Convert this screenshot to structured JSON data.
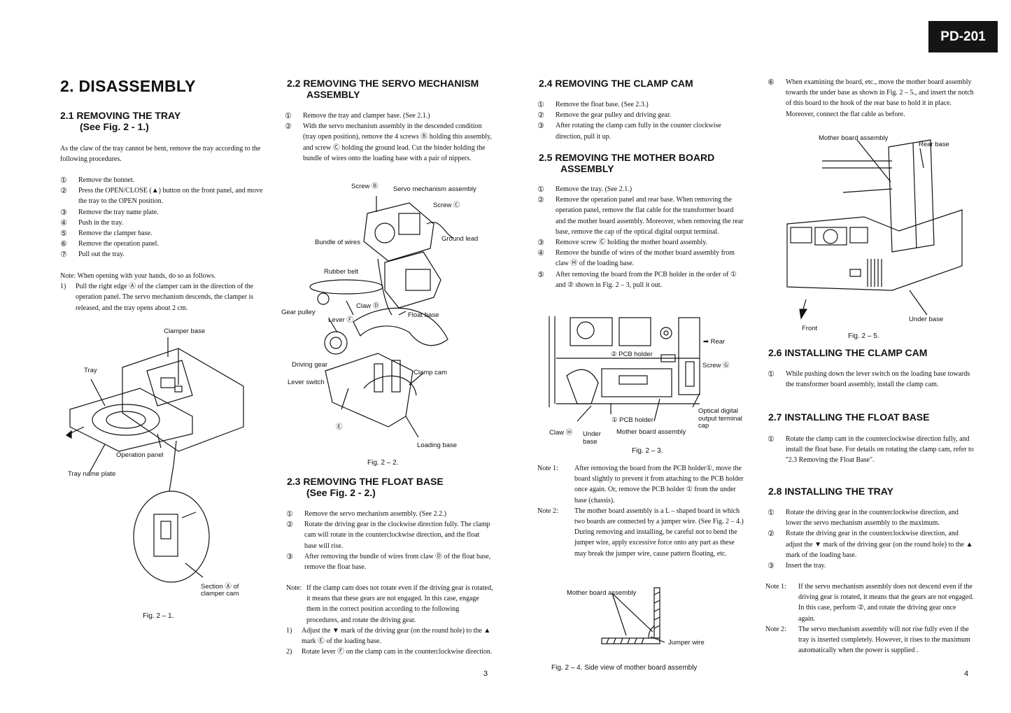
{
  "badge": "PD-201",
  "title": "2.  DISASSEMBLY",
  "s21": {
    "heading": "2.1  REMOVING THE TRAY",
    "heading2": "(See Fig. 2 - 1.)",
    "intro": "As the claw of the tray cannot be bent, remove the tray according to the following procedures.",
    "steps": [
      {
        "n": "①",
        "t": "Remove the bonnet."
      },
      {
        "n": "②",
        "t": "Press the OPEN/CLOSE (▲) button on the front panel, and move the tray to the OPEN position."
      },
      {
        "n": "③",
        "t": "Remove the tray name plate."
      },
      {
        "n": "④",
        "t": "Push in the tray."
      },
      {
        "n": "⑤",
        "t": "Remove the clamper base."
      },
      {
        "n": "⑥",
        "t": "Remove the operation panel."
      },
      {
        "n": "⑦",
        "t": "Pull out the tray."
      }
    ],
    "note": "Note: When opening with your hands, do so as follows.",
    "note_item_n": "1)",
    "note_item": "Pull the right edge Ⓐ of the clamper cam in the direction of the operation panel. The servo mechanism descends, the clamper is released, and the tray opens about 2 cm.",
    "fig": "Fig. 2 – 1.",
    "labels": {
      "clamper_base": "Clamper base",
      "tray": "Tray",
      "operation_panel": "Operation panel",
      "tray_name_plate": "Tray name plate",
      "section_a": "Section Ⓐ of",
      "clamper_cam": "clamper cam"
    }
  },
  "s22": {
    "heading": "2.2  REMOVING THE SERVO MECHANISM",
    "heading2": "ASSEMBLY",
    "steps": [
      {
        "n": "①",
        "t": "Remove the tray and clamper base. (See 2.1.)"
      },
      {
        "n": "②",
        "t": "With the servo mechanism assembly in the descended condition (tray open position), remove the 4 screws Ⓑ holding this assembly, and screw Ⓒ holding the ground lead. Cut the binder holding the bundle of wires onto the loading base with a pair of nippers."
      }
    ],
    "fig": "Fig. 2 – 2.",
    "labels": {
      "screw_b": "Screw Ⓑ",
      "servo": "Servo mechanism assembly",
      "screw_c": "Screw Ⓒ",
      "bundle": "Bundle of wires",
      "ground": "Ground lead",
      "rubber": "Rubber belt",
      "claw_d": "Claw Ⓓ",
      "gear_pulley": "Gear pulley",
      "lever_f": "Lever Ⓕ",
      "float_base": "Float base",
      "driving_gear": "Driving gear",
      "clamp_cam": "Clamp cam",
      "lever_switch": "Lever switch",
      "e_mark": "Ⓔ",
      "loading_base": "Loading base"
    }
  },
  "s23": {
    "heading": "2.3  REMOVING THE FLOAT BASE",
    "heading2": "(See Fig. 2 - 2.)",
    "steps": [
      {
        "n": "①",
        "t": "Remove the servo mechanism assembly. (See 2.2.)"
      },
      {
        "n": "②",
        "t": "Rotate the driving gear in the clockwise direction fully. The clamp cam will rotate in the counterclockwise direction, and the float base will rise."
      },
      {
        "n": "③",
        "t": "After removing the bundle of wires from claw Ⓓ of the float base, remove the float base."
      }
    ],
    "note_label": "Note:",
    "note": "If the clamp cam does not rotate even if the driving gear is rotated, it means that these gears are not engaged. In this case, engage them in the correct position according to the following procedures, and rotate the driving gear.",
    "items": [
      {
        "n": "1)",
        "t": "Adjust the ▼ mark of the driving gear (on the round hole) to the ▲ mark Ⓔ of the loading base."
      },
      {
        "n": "2)",
        "t": "Rotate lever Ⓕ on the clamp cam in the counterclockwise direction."
      }
    ],
    "page": "3"
  },
  "s24": {
    "heading": "2.4  REMOVING THE CLAMP CAM",
    "steps": [
      {
        "n": "①",
        "t": "Remove the float base. (See 2.3.)"
      },
      {
        "n": "②",
        "t": "Remove the gear pulley and driving gear."
      },
      {
        "n": "③",
        "t": "After rotating the clamp cam fully in the counter clockwise direction, pull it up."
      }
    ]
  },
  "s25": {
    "heading": "2.5  REMOVING THE MOTHER BOARD",
    "heading2": "ASSEMBLY",
    "steps": [
      {
        "n": "①",
        "t": "Remove the tray. (See 2.1.)"
      },
      {
        "n": "②",
        "t": "Remove the operation panel and rear base. When removing the operation panel, remove the flat cable for the transformer board and the mother board assembly. Moreover, when removing the rear base, remove the cap of the optical digital output terminal."
      },
      {
        "n": "③",
        "t": "Remove screw Ⓒ holding the mother board assembly."
      },
      {
        "n": "④",
        "t": "Remove the bundle of wires of the mother board assembly from claw Ⓗ of the loading base."
      },
      {
        "n": "⑤",
        "t": "After removing the board from the PCB holder in the order of ① and ② shown in Fig. 2 – 3, pull it out."
      }
    ],
    "fig3": "Fig. 2 – 3.",
    "labels3": {
      "rear": "➡ Rear",
      "pcb2": "② PCB holder",
      "screw_g": "Screw Ⓖ",
      "optical": "Optical  digital",
      "output": "output  terminal",
      "cap": "cap",
      "pcb1": "① PCB  holder",
      "claw_h": "Claw Ⓗ",
      "under": "Under",
      "base": "base",
      "mother": "Mother board assembly"
    },
    "note1_label": "Note 1:",
    "note1": "After removing the board from the PCB holder①, move the board slightly to prevent it from attaching to the PCB holder once again. Or, remove the PCB holder ① from the under base (chassis).",
    "note2_label": "Note 2:",
    "note2": "The mother board assembly is a L – shaped board in which two boards are connected by a jumper wire. (See Fig. 2 – 4.)",
    "note2b": "During removing and installing, be careful not to bend the jumper wire, apply excessive force onto any part as these may break the jumper wire, cause pattern floating, etc.",
    "fig4_mother": "Mother board assembly",
    "fig4_jumper": "Jumper wire",
    "fig4": "Fig. 2 – 4.  Side view of mother board assembly"
  },
  "s25b": {
    "n": "⑥",
    "t": "When examining the board, etc., move the mother board assembly towards the under base as shown in Fig. 2 – 5., and insert the notch of this board to the hook of the rear base to hold it in place. Moreover, connect the flat cable as before.",
    "fig5": "Fig. 2 – 5.",
    "labels5": {
      "mother": "Mother board assembly",
      "rear": "Rear base",
      "front": "Front",
      "under": "Under base"
    }
  },
  "s26": {
    "heading": "2.6  INSTALLING THE CLAMP CAM",
    "steps": [
      {
        "n": "①",
        "t": "While pushing down the lever switch on the loading base towards the transformer board assembly, install the clamp cam."
      }
    ]
  },
  "s27": {
    "heading": "2.7  INSTALLING THE FLOAT BASE",
    "steps": [
      {
        "n": "①",
        "t": "Rotate the clamp cam in the counterclockwise direction fully, and install the float base. For details on rotating the clamp cam, refer to ''2.3 Removing the Float Base\"."
      }
    ]
  },
  "s28": {
    "heading": "2.8  INSTALLING THE TRAY",
    "steps": [
      {
        "n": "①",
        "t": "Rotate the driving gear in the counterclockwise direction, and lower the servo mechanism assembly to the maximum."
      },
      {
        "n": "②",
        "t": "Rotate the driving gear in the counterclockwise direction, and adjust the ▼ mark of the driving gear (on the round hole) to the ▲ mark of the loading base."
      },
      {
        "n": "③",
        "t": "Insert the tray."
      }
    ],
    "note1_label": "Note 1:",
    "note1": "If the servo mechanism assembly does not descend even if the driving gear is rotated, it means that the gears are not engaged.",
    "note1b": "In this case, perform ②, and rotate the driving gear once again.",
    "note2_label": "Note 2:",
    "note2": "The servo mechanism assembly will not rise fully even if the tray is inserted completely. However, it rises to the maximum automatically when the power is supplied .",
    "page": "4"
  }
}
